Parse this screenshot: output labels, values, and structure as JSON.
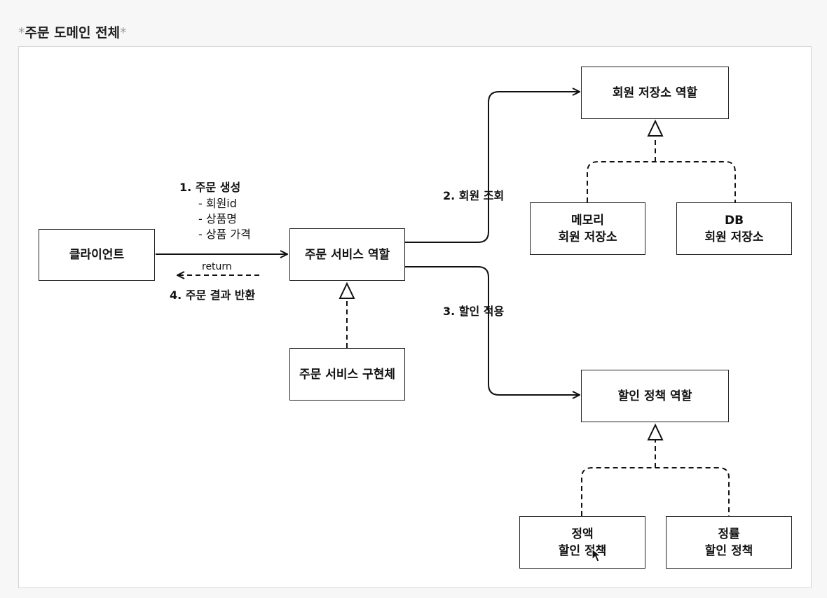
{
  "page": {
    "title": "주문 도메인 전체",
    "title_star": "*"
  },
  "diagram": {
    "nodes": {
      "client": "클라이언트",
      "order_service_role": "주문 서비스 역할",
      "order_service_impl": "주문 서비스 구현체",
      "member_repo_role": "회원 저장소 역할",
      "memory_repo_line1": "메모리",
      "memory_repo_line2": "회원 저장소",
      "db_repo_line1": "DB",
      "db_repo_line2": "회원 저장소",
      "discount_policy_role": "할인 정책 역할",
      "fixed_discount_line1": "정액",
      "fixed_discount_line2": "할인 정책",
      "rate_discount_line1": "정률",
      "rate_discount_line2": "할인 정책"
    },
    "edges": {
      "create_order": "1. 주문 생성",
      "create_order_params": [
        "- 회원id",
        "- 상품명",
        "- 상품 가격"
      ],
      "return": "return",
      "return_result": "4. 주문 결과 반환",
      "find_member": "2. 회원 조회",
      "apply_discount": "3. 할인 적용"
    }
  }
}
